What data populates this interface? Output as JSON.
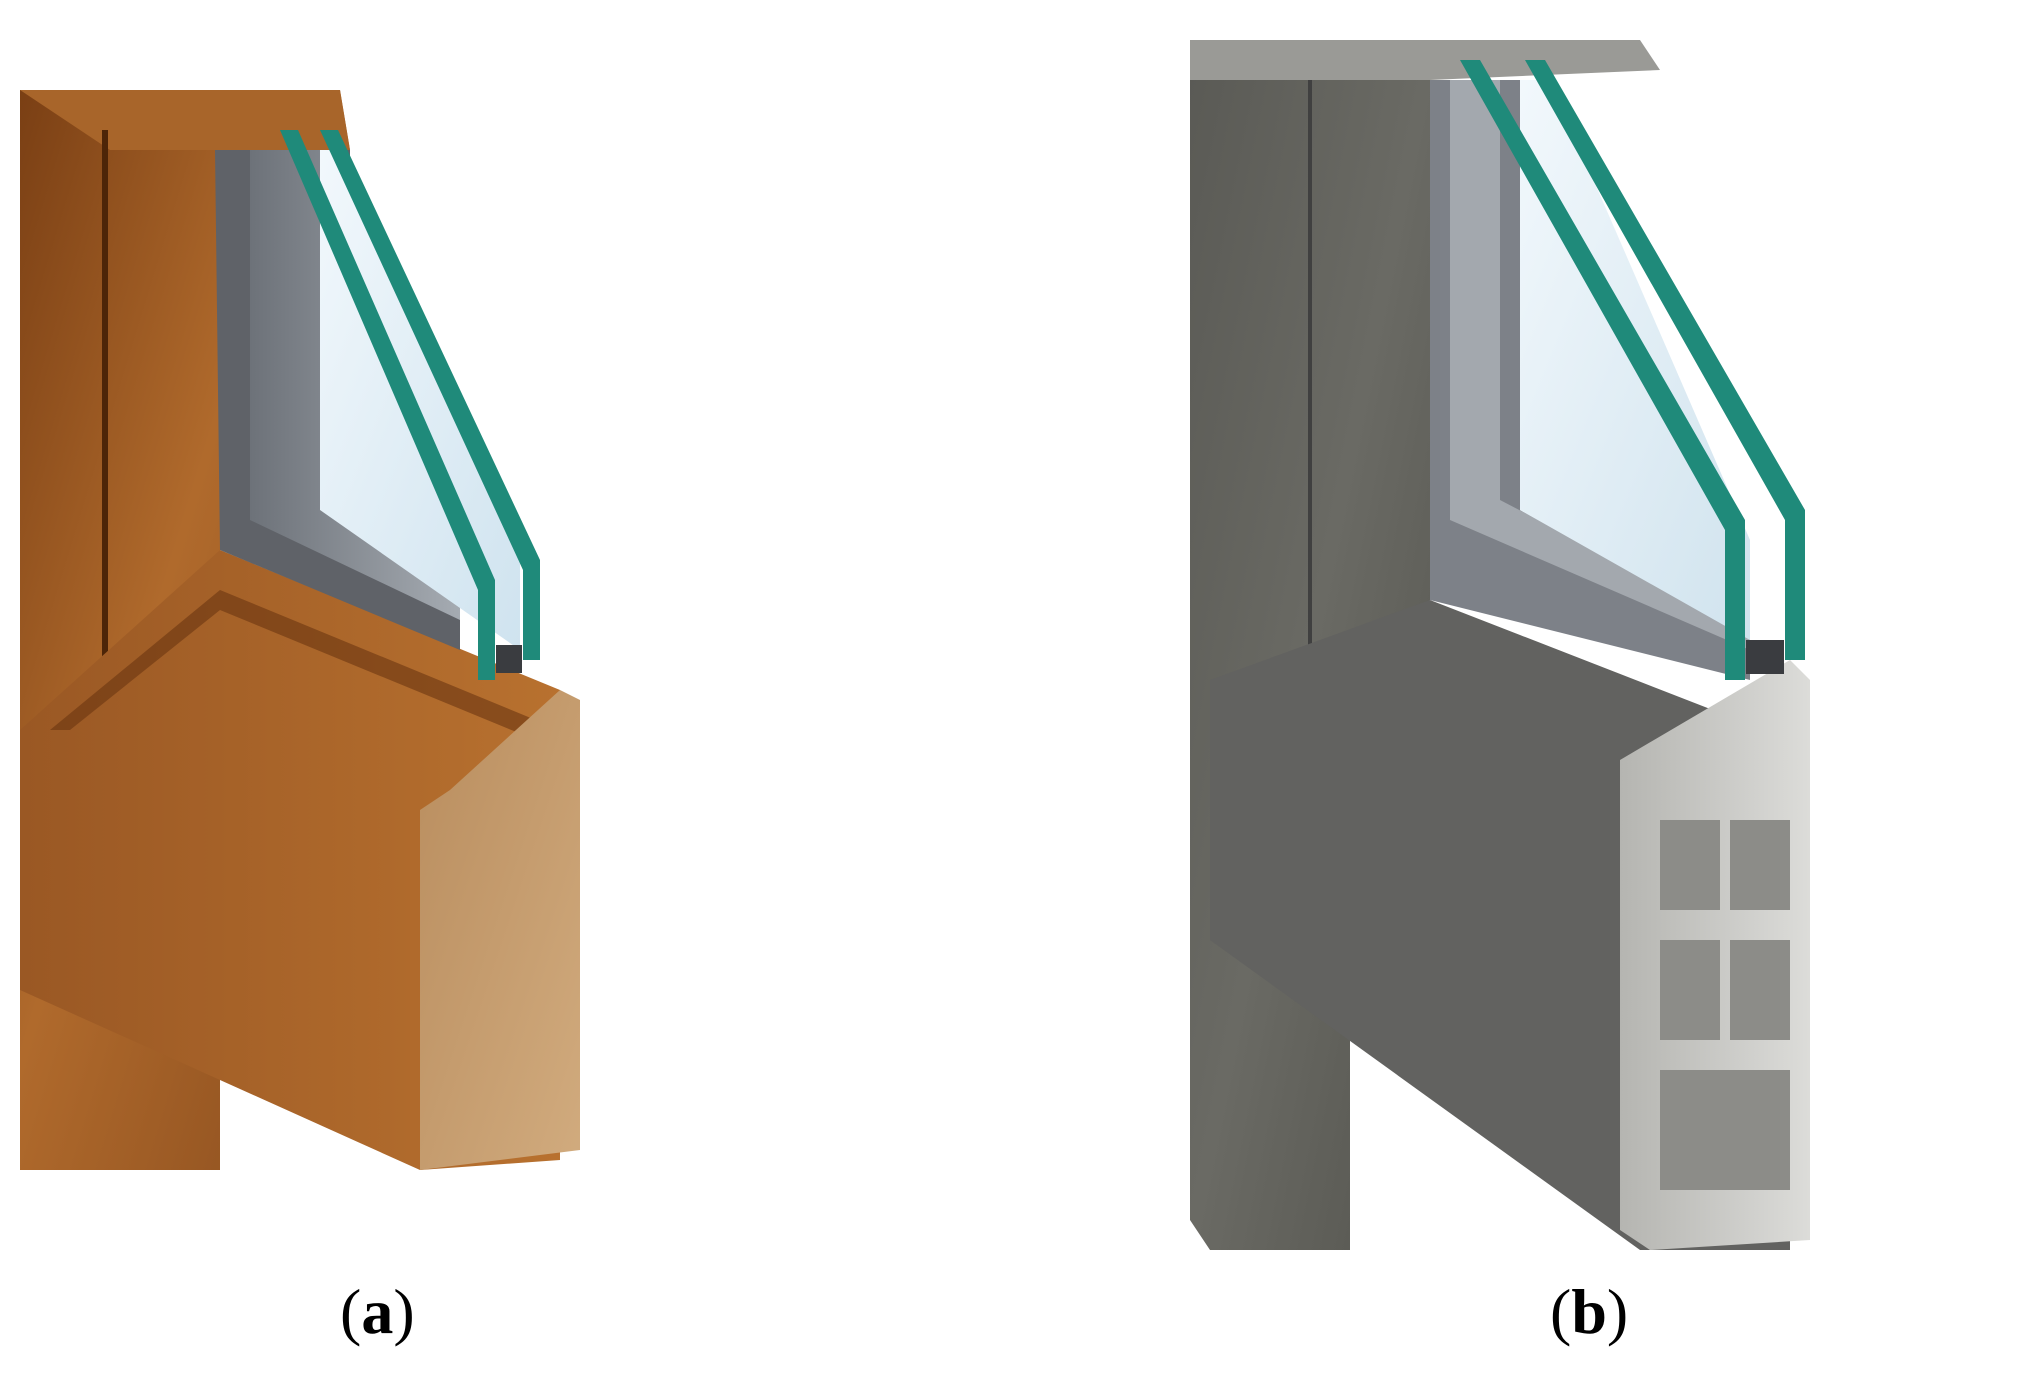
{
  "figure": {
    "panels": [
      {
        "label_open": "(",
        "label_letter": "a",
        "label_close": ")",
        "material": "wood",
        "image_name": "wooden-window-frame-cross-section"
      },
      {
        "label_open": "(",
        "label_letter": "b",
        "label_close": ")",
        "material": "aluminium",
        "image_name": "aluminium-window-frame-cross-section"
      }
    ]
  },
  "colors": {
    "wood_dark": "#8a4d1e",
    "wood_light": "#b8712f",
    "wood_end_grain": "#c49a6c",
    "aluminium_face": "#5f5f5a",
    "aluminium_profile": "#c9c9c6",
    "glass_edge": "#1f8a7a",
    "glass_pane": "#dfeef7",
    "spacer": "#7d8188"
  }
}
